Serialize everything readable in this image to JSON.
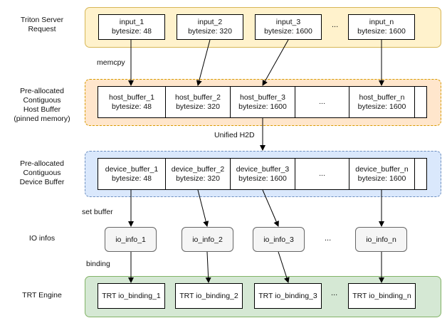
{
  "rows": {
    "request": {
      "label": "Triton Server\nRequest"
    },
    "host": {
      "label": "Pre-allocated\nContiguous\nHost Buffer\n(pinned memory)"
    },
    "device": {
      "label": "Pre-allocated\nContiguous\nDevice Buffer"
    },
    "io": {
      "label": "IO infos"
    },
    "engine": {
      "label": "TRT Engine"
    }
  },
  "inputs": [
    {
      "name": "input_1",
      "size": "bytesize: 48"
    },
    {
      "name": "input_2",
      "size": "bytesize: 320"
    },
    {
      "name": "input_3",
      "size": "bytesize: 1600"
    },
    {
      "name": "input_n",
      "size": "bytesize: 1600"
    }
  ],
  "host_buffers": [
    {
      "name": "host_buffer_1",
      "size": "bytesize: 48"
    },
    {
      "name": "host_buffer_2",
      "size": "bytesize: 320"
    },
    {
      "name": "host_buffer_3",
      "size": "bytesize: 1600"
    },
    {
      "name": "host_buffer_n",
      "size": "bytesize: 1600"
    }
  ],
  "device_buffers": [
    {
      "name": "device_buffer_1",
      "size": "bytesize: 48"
    },
    {
      "name": "device_buffer_2",
      "size": "bytesize: 320"
    },
    {
      "name": "device_buffer_3",
      "size": "bytesize: 1600"
    },
    {
      "name": "device_buffer_n",
      "size": "bytesize: 1600"
    }
  ],
  "io_infos": [
    "io_info_1",
    "io_info_2",
    "io_info_3",
    "io_info_n"
  ],
  "bindings": [
    "TRT io_binding_1",
    "TRT io_binding_2",
    "TRT io_binding_3",
    "TRT io_binding_n"
  ],
  "ellipsis": "...",
  "edge_labels": {
    "memcpy": "memcpy",
    "h2d": "Unified H2D",
    "set_buffer": "set buffer",
    "binding": "binding"
  }
}
